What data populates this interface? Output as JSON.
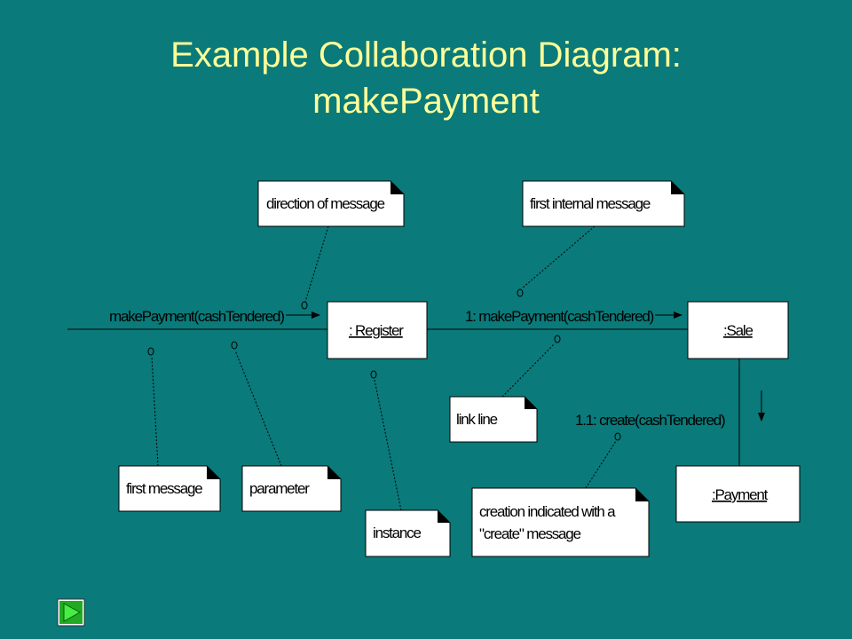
{
  "title": {
    "line1": "Example Collaboration Diagram:",
    "line2": "makePayment"
  },
  "colors": {
    "background": "#0a7a7a",
    "title": "#ffff99",
    "nav_button": "#22cc22"
  },
  "objects": {
    "register": ": Register",
    "sale": ":Sale",
    "payment": ":Payment"
  },
  "messages": {
    "make_payment": "makePayment(cashTendered)",
    "internal_make_payment": "1: makePayment(cashTendered)",
    "create": "1.1: create(cashTendered)"
  },
  "notes": {
    "direction": "direction of message",
    "first_internal": "first internal message",
    "link_line": "link line",
    "first_message": "first message",
    "parameter": "parameter",
    "instance": "instance",
    "creation_line1": "creation indicated with a",
    "creation_line2": "\"create\" message"
  },
  "nav": {
    "next_icon": "play-triangle-icon"
  }
}
